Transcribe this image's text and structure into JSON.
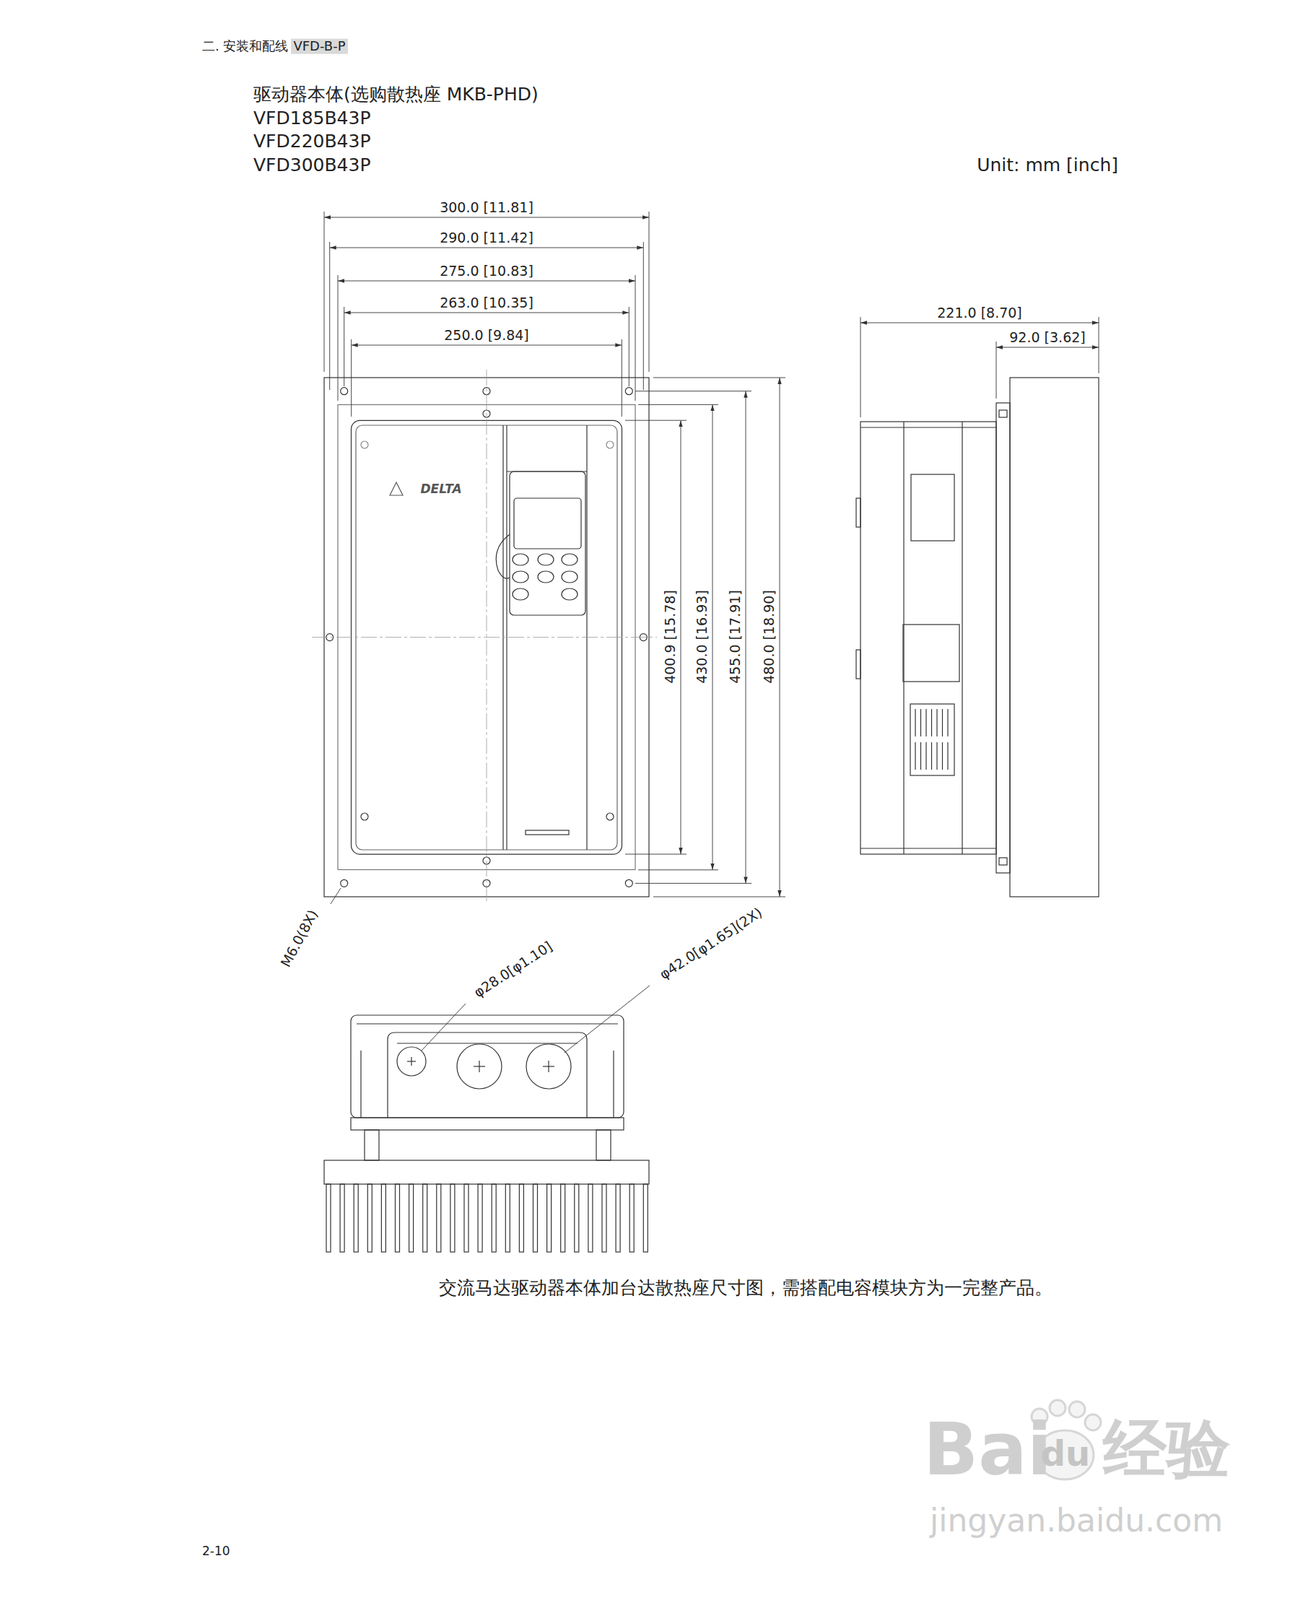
{
  "diagram": {
    "title": "驱动器本体(选购散热座 MKB-PHD)",
    "caption": "交流马达驱动器本体加台达散热座尺寸图，需搭配电容模块方为一完整产品。",
    "labels": [
      "二. 安装和配线",
      "VFD-B-P",
      "VFD185B43P",
      "VFD220B43P",
      "VFD300B43P",
      "Unit: mm [inch]",
      "300.0 [11.81]",
      "290.0 [11.42]",
      "275.0 [10.83]",
      "263.0 [10.35]",
      "250.0 [9.84]",
      "221.0 [8.70]",
      "92.0 [3.62]",
      "400.9 [15.78]",
      "430.0 [16.93]",
      "455.0 [17.91]",
      "480.0 [18.90]",
      "DELTA",
      "M6.0(8X)",
      "φ28.0[φ1.10]",
      "φ42.0[φ1.65](2X)",
      "2-10",
      "Bai",
      "du",
      "经验",
      "jingyan.baidu.com"
    ]
  }
}
